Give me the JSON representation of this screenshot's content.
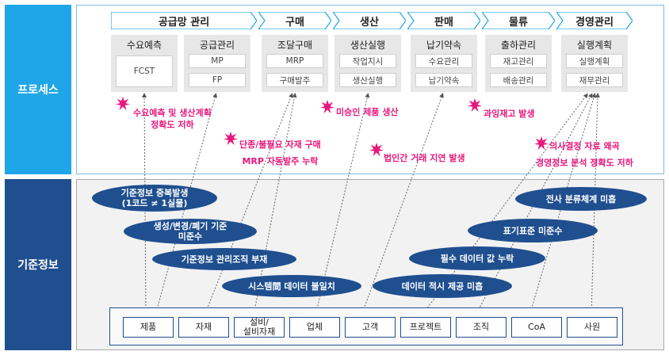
{
  "side_labels": {
    "process": "프로세스",
    "master": "기준정보"
  },
  "stages": [
    "공급망 관리",
    "구매",
    "생산",
    "판매",
    "물류",
    "경영관리"
  ],
  "columns": [
    {
      "title": "수요예측",
      "subs": [
        "FCST"
      ]
    },
    {
      "title": "공급관리",
      "subs": [
        "MP",
        "FP"
      ]
    },
    {
      "title": "조달구매",
      "subs": [
        "MRP",
        "구매발주"
      ]
    },
    {
      "title": "생산실행",
      "subs": [
        "작업지시",
        "생산실행"
      ]
    },
    {
      "title": "납기약속",
      "subs": [
        "수요관리",
        "납기약속"
      ]
    },
    {
      "title": "출하관리",
      "subs": [
        "재고관리",
        "배송관리"
      ]
    },
    {
      "title": "실행계획",
      "subs": [
        "실행계획",
        "재무관리"
      ]
    }
  ],
  "issues": [
    {
      "lines": [
        "수요예측 및 생산계획",
        "정확도 저하"
      ]
    },
    {
      "lines": [
        "단종/불필요 자재 구매",
        "MRP 자동발주 누락"
      ]
    },
    {
      "lines": [
        "미승인 제품 생산"
      ]
    },
    {
      "lines": [
        "법인간 거래 지연 발생"
      ]
    },
    {
      "lines": [
        "과잉재고 발생"
      ]
    },
    {
      "lines": [
        "의사결정 자료 왜곡",
        "경영정보 분석 정확도 저하"
      ]
    }
  ],
  "master_issues": [
    {
      "lines": [
        "기준정보 중복발생",
        "(1코드 ≠ 1실물)"
      ]
    },
    {
      "lines": [
        "생성/변경/폐기 기준",
        "미준수"
      ]
    },
    {
      "lines": [
        "기준정보 관리조직 부재"
      ]
    },
    {
      "lines": [
        "시스템間 데이터 불일치"
      ]
    },
    {
      "lines": [
        "전사 분류체계 미흡"
      ]
    },
    {
      "lines": [
        "표기표준 미준수"
      ]
    },
    {
      "lines": [
        "필수 데이터 값 누락"
      ]
    },
    {
      "lines": [
        "데이터 적시 제공 미흡"
      ]
    }
  ],
  "entities": [
    {
      "lines": [
        "제품"
      ]
    },
    {
      "lines": [
        "자재"
      ]
    },
    {
      "lines": [
        "설비/",
        "설비자재"
      ]
    },
    {
      "lines": [
        "업체"
      ]
    },
    {
      "lines": [
        "고객"
      ]
    },
    {
      "lines": [
        "프로젝트"
      ]
    },
    {
      "lines": [
        "조직"
      ]
    },
    {
      "lines": [
        "CoA"
      ]
    },
    {
      "lines": [
        "사원"
      ]
    }
  ],
  "colors": {
    "process": "#1ea6e8",
    "master": "#1f4f8f",
    "issue": "#e8177c"
  }
}
